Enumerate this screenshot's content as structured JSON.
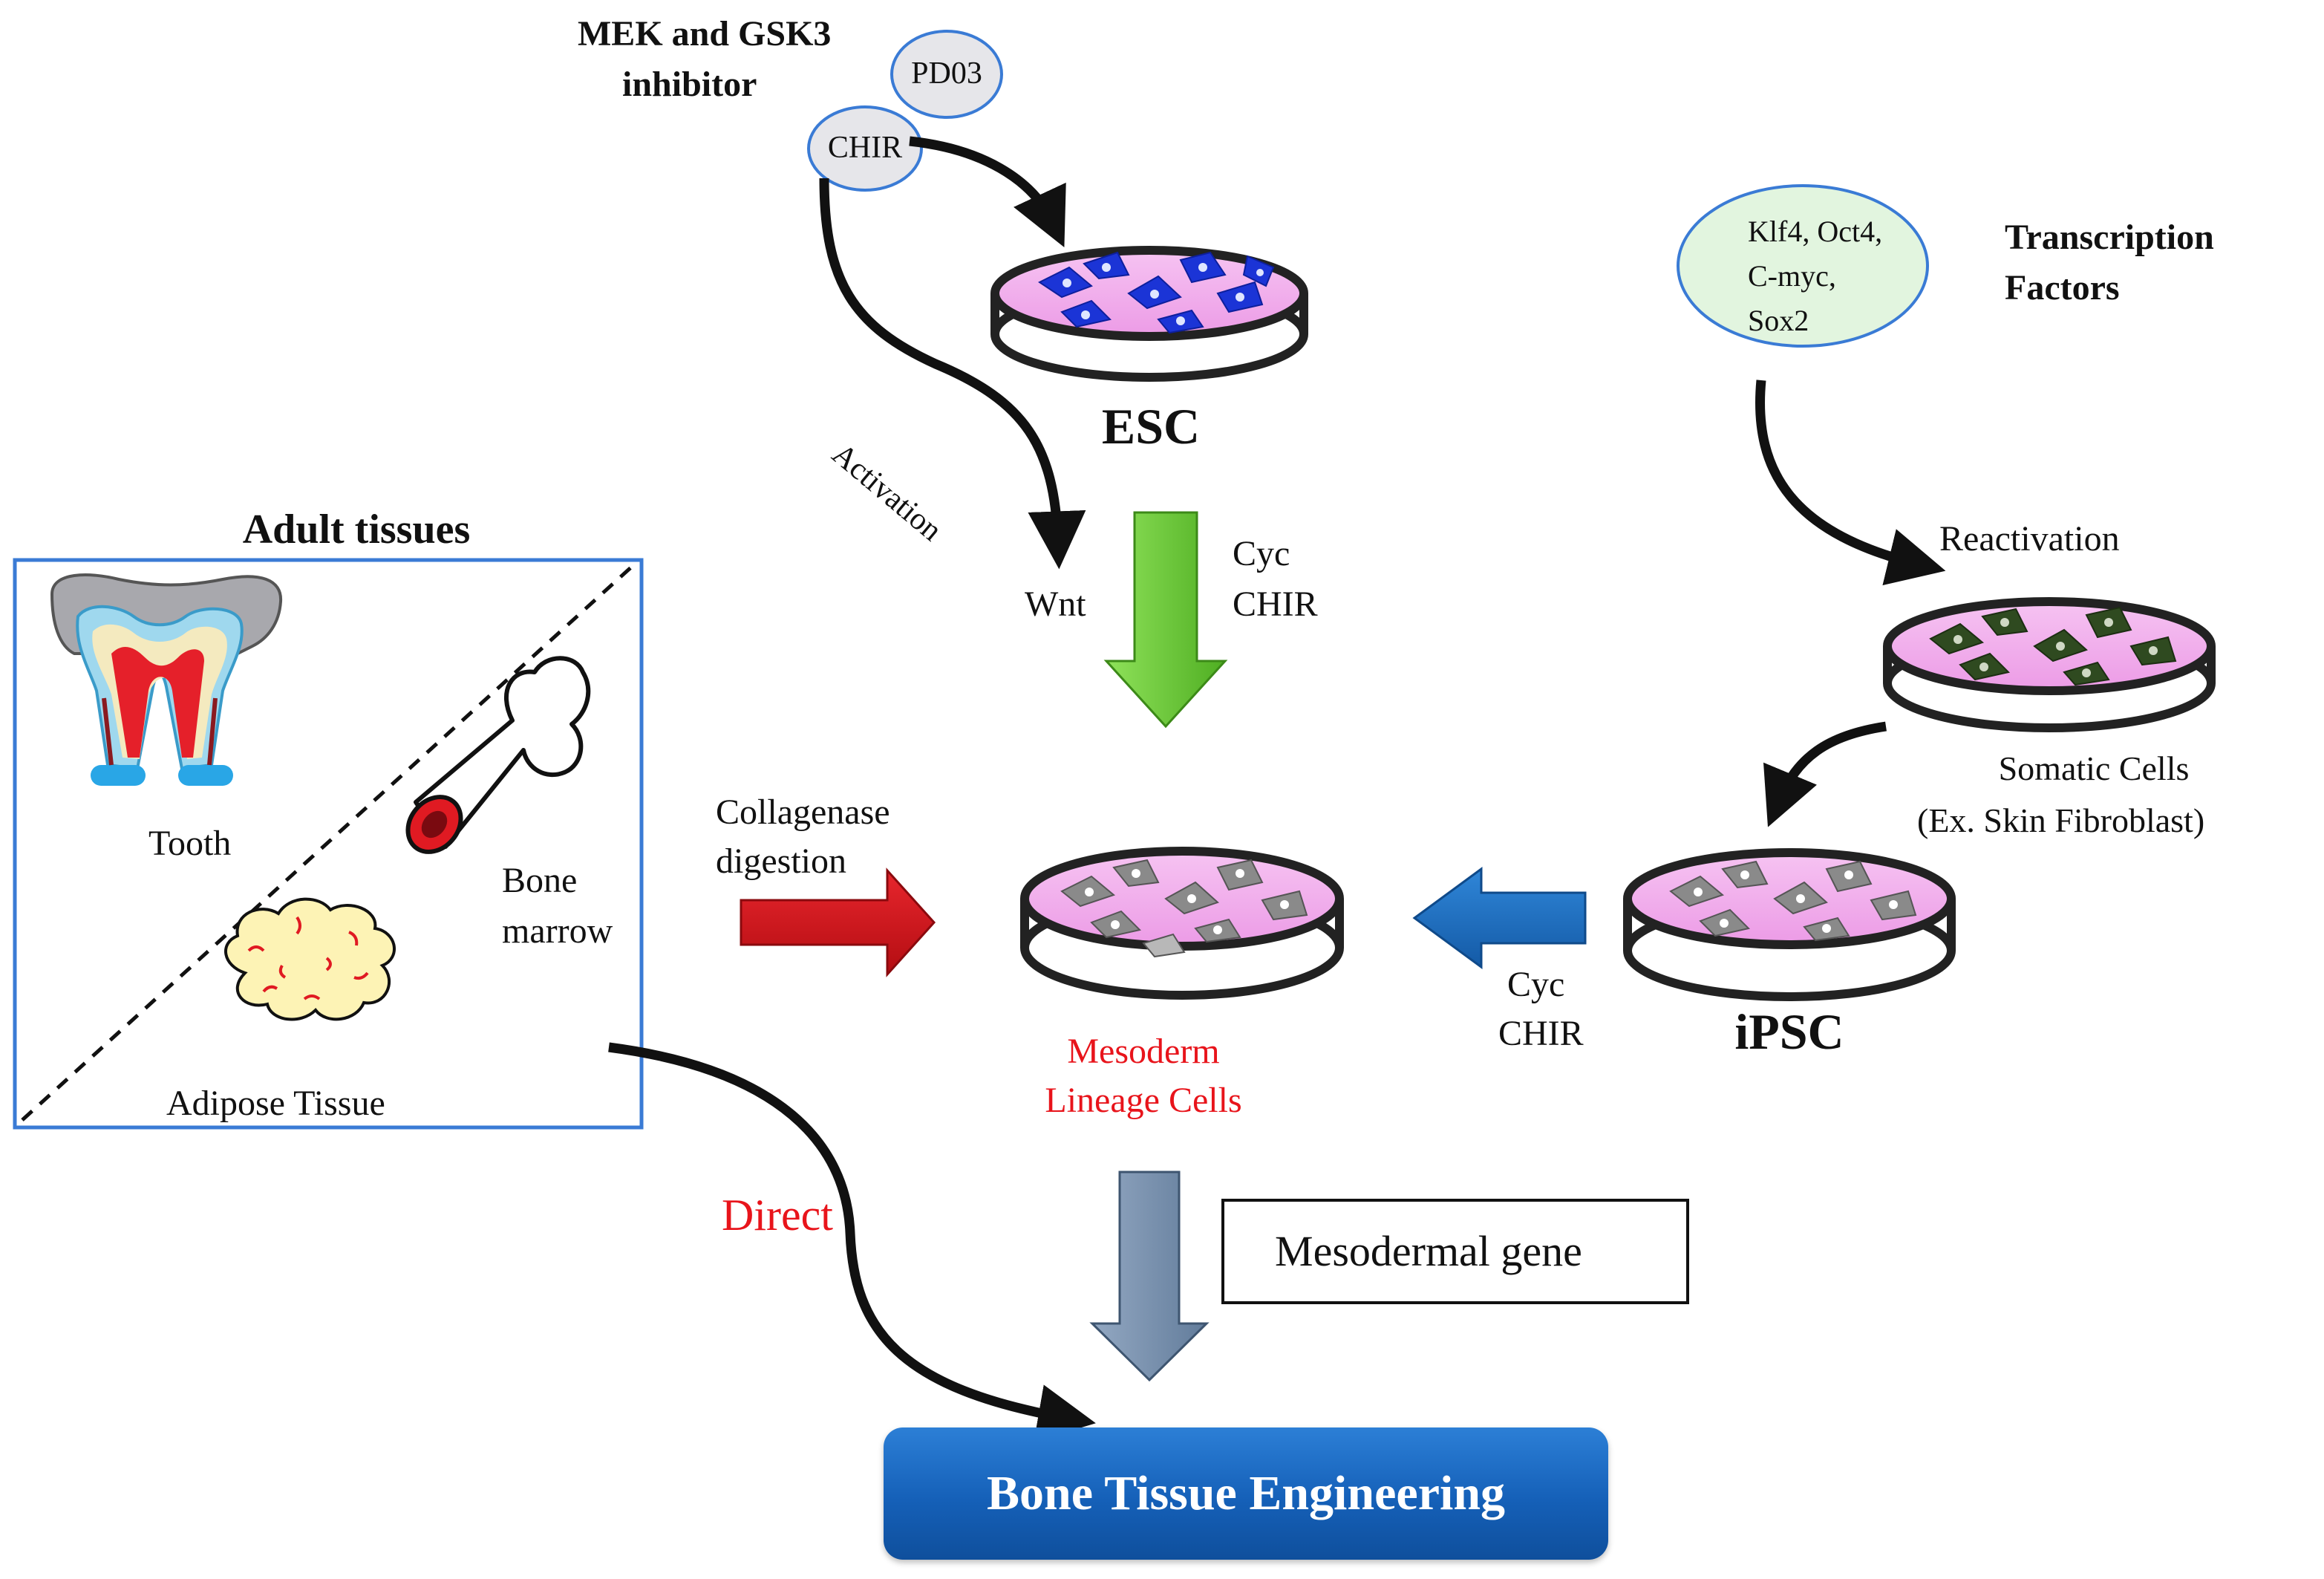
{
  "inhibitors": {
    "title_line1": "MEK and GSK3",
    "title_line2": "inhibitor",
    "pd03": "PD03",
    "chir": "CHIR"
  },
  "esc": {
    "label": "ESC"
  },
  "activation": "Activation",
  "wnt": "Wnt",
  "cyc_chir_top": {
    "line1": "Cyc",
    "line2": "CHIR"
  },
  "transcription": {
    "title_line1": "Transcription",
    "title_line2": "Factors",
    "factors_line1": "Klf4, Oct4,",
    "factors_line2": "C-myc,",
    "factors_line3": "Sox2"
  },
  "reactivation": "Reactivation",
  "somatic": {
    "line1": "Somatic Cells",
    "line2": "(Ex.  Skin Fibroblast)"
  },
  "ipsc": {
    "label": "iPSC"
  },
  "cyc_chir_right": {
    "line1": "Cyc",
    "line2": "CHIR"
  },
  "adult": {
    "title": "Adult tissues",
    "tooth": "Tooth",
    "bone_line1": "Bone",
    "bone_line2": "marrow",
    "adipose": "Adipose Tissue"
  },
  "collagenase": {
    "line1": "Collagenase",
    "line2": "digestion"
  },
  "mesoderm": {
    "line1": "Mesoderm",
    "line2": "Lineage Cells"
  },
  "mesodermal_gene": "Mesodermal gene",
  "direct": "Direct",
  "bone_tissue_engineering": "Bone Tissue Engineering",
  "colors": {
    "dish_fill": "#f0a8ec",
    "esc_cells": "#1b34d6",
    "somatic_cells": "#2f4a20",
    "gray_cells": "#8a8a8a",
    "green_arrow": "#6fcf3a",
    "red_arrow": "#d6141b",
    "blue_arrow": "#1f6fbf",
    "gray_arrow": "#7b93b0",
    "inhibitor_fill": "#e6e6ea",
    "tf_fill": "#e2f5df",
    "box_border": "#3a7bd5",
    "button_blue": "#1a64bd"
  }
}
